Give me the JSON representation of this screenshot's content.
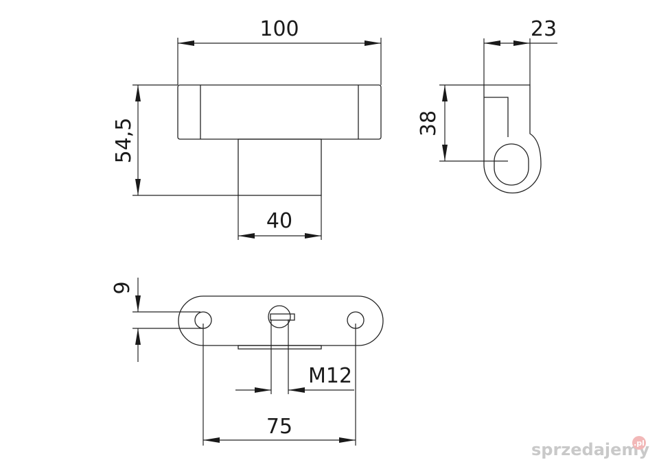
{
  "dimensions": {
    "width_100": "100",
    "depth_23": "23",
    "height_54_5": "54,5",
    "height_38": "38",
    "base_40": "40",
    "offset_9": "9",
    "thread_m12": "M12",
    "spacing_75": "75"
  },
  "watermark": {
    "text": "sprzedajemy",
    "badge": ".pl"
  }
}
